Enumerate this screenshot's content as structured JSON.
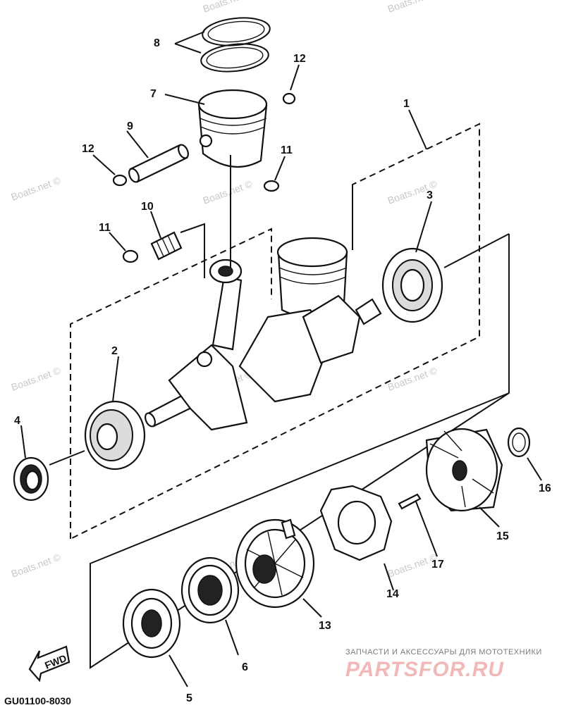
{
  "diagram": {
    "watermark": "Boats.net ©",
    "diagram_code": "GU01100-8030",
    "fwd_label": "FWD",
    "brand_tagline": "ЗАПЧАСТИ И АКСЕССУАРЫ ДЛЯ МОТОТЕХНИКИ",
    "brand_name": "PARTSFOR.RU"
  },
  "callouts": [
    {
      "id": "1",
      "label": "1"
    },
    {
      "id": "2",
      "label": "2"
    },
    {
      "id": "3",
      "label": "3"
    },
    {
      "id": "4",
      "label": "4"
    },
    {
      "id": "5",
      "label": "5"
    },
    {
      "id": "6",
      "label": "6"
    },
    {
      "id": "7",
      "label": "7"
    },
    {
      "id": "8",
      "label": "8"
    },
    {
      "id": "9",
      "label": "9"
    },
    {
      "id": "10",
      "label": "10"
    },
    {
      "id": "11a",
      "label": "11"
    },
    {
      "id": "11b",
      "label": "11"
    },
    {
      "id": "12a",
      "label": "12"
    },
    {
      "id": "12b",
      "label": "12"
    },
    {
      "id": "13",
      "label": "13"
    },
    {
      "id": "14",
      "label": "14"
    },
    {
      "id": "15",
      "label": "15"
    },
    {
      "id": "16",
      "label": "16"
    },
    {
      "id": "17",
      "label": "17"
    }
  ]
}
